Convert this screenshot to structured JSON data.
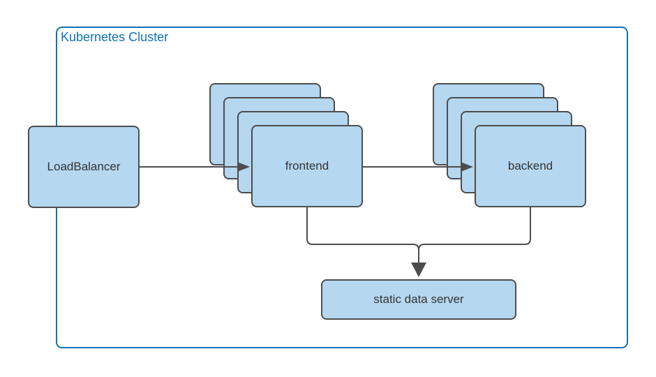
{
  "diagram": {
    "cluster": {
      "label": "Kubernetes Cluster"
    },
    "nodes": {
      "load_balancer": {
        "label": "LoadBalancer"
      },
      "frontend": {
        "label": "frontend",
        "stack_count": 4
      },
      "backend": {
        "label": "backend",
        "stack_count": 4
      },
      "static_data_server": {
        "label": "static data server"
      }
    },
    "edges": [
      {
        "from": "LoadBalancer",
        "to": "frontend"
      },
      {
        "from": "frontend",
        "to": "backend"
      },
      {
        "from": "frontend",
        "to": "static data server"
      },
      {
        "from": "backend",
        "to": "static data server"
      }
    ],
    "colors": {
      "node_fill": "#b5d7f0",
      "node_stroke": "#4d4d4d",
      "node_text": "#333333",
      "connector": "#4d4d4d",
      "cluster_stroke": "#1072b8",
      "cluster_label": "#1072b8",
      "background": "#ffffff"
    }
  }
}
